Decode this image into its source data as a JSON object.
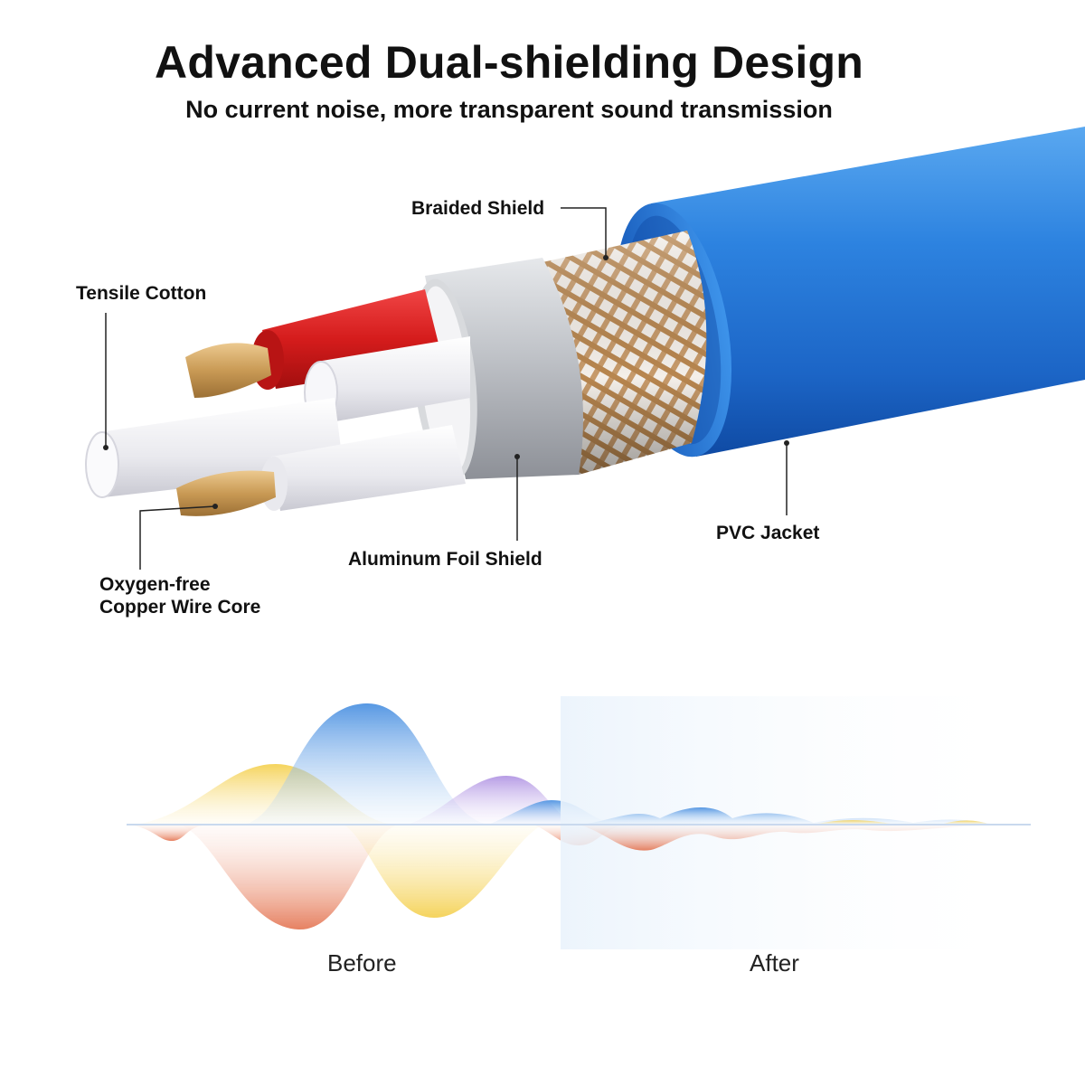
{
  "header": {
    "title": "Advanced Dual-shielding Design",
    "subtitle": "No current noise, more transparent sound transmission"
  },
  "callouts": {
    "braided_shield": "Braided Shield",
    "tensile_cotton": "Tensile Cotton",
    "pvc_jacket": "PVC Jacket",
    "aluminum_foil_shield": "Aluminum Foil Shield",
    "copper_core_line1": "Oxygen-free",
    "copper_core_line2": "Copper Wire Core"
  },
  "waveform": {
    "before_label": "Before",
    "after_label": "After"
  },
  "colors": {
    "jacket": "#1f6fd0",
    "red_wire": "#d51c1c",
    "copper": "#c99a55",
    "braid": "#c79a6a",
    "foil": "#b9bcc1",
    "wave_blue": "#4a90e2",
    "wave_yellow": "#f5d04a",
    "wave_red": "#e46a4a",
    "wave_purple": "#a98ae0"
  }
}
